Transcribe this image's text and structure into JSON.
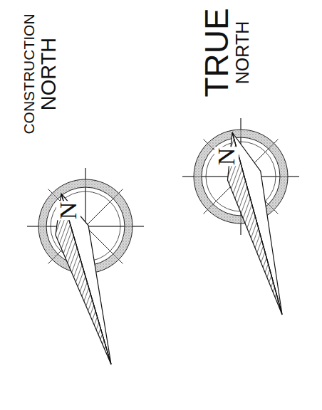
{
  "diagram": {
    "labels": [
      "CONSTRUCTION",
      "NORTH",
      "N",
      "TRUE",
      "NORTH",
      "N"
    ]
  }
}
